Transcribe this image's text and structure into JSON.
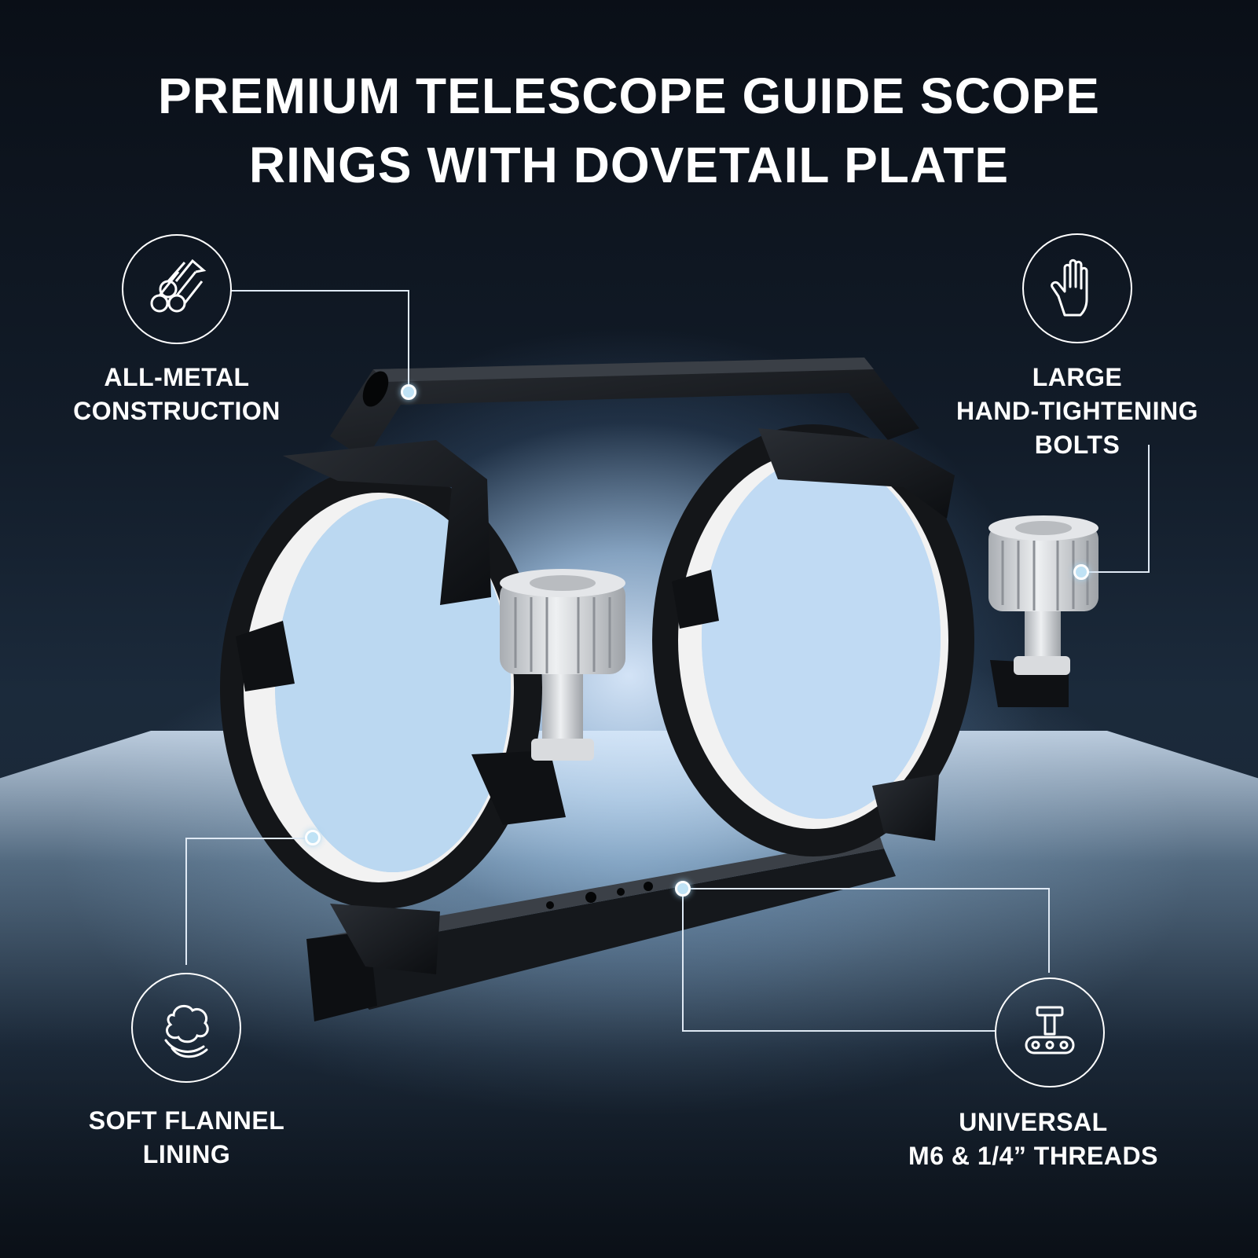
{
  "title": {
    "line1": "PREMIUM TELESCOPE GUIDE SCOPE",
    "line2": "RINGS WITH DOVETAIL PLATE"
  },
  "features": {
    "all_metal": {
      "line1": "ALL-METAL",
      "line2": "CONSTRUCTION",
      "icon": "metal-bars-icon"
    },
    "bolts": {
      "line1": "LARGE",
      "line2": "HAND-TIGHTENING",
      "line3": "BOLTS",
      "icon": "hand-icon"
    },
    "flannel": {
      "line1": "SOFT FLANNEL",
      "line2": "LINING",
      "icon": "cotton-icon"
    },
    "threads": {
      "line1": "UNIVERSAL",
      "line2": "M6 & 1/4” THREADS",
      "icon": "dovetail-mount-icon"
    }
  },
  "colors": {
    "background": "#0b1119",
    "accent_dot": "#bfe2f5",
    "text": "#ffffff",
    "ring_metal": "#121418",
    "ring_lining": "#f2f2f2",
    "knob": "#cfd2d6"
  }
}
